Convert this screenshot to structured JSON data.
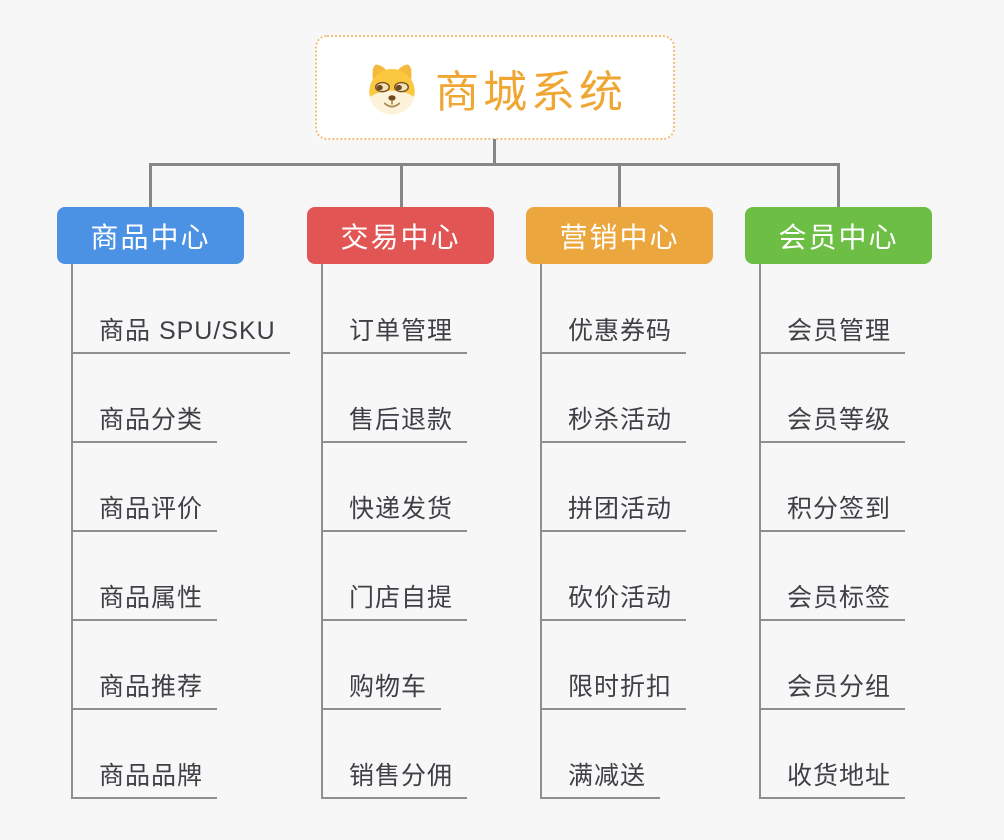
{
  "root": {
    "title": "商城系统",
    "icon": "shiba-dog-icon",
    "title_color": "#F0A633",
    "border_color": "#F2BE76",
    "background": "#FFFFFF"
  },
  "connector_color": "#878787",
  "leaf_text_color": "#3F3F46",
  "page_background": "#F7F7F7",
  "branches": [
    {
      "label": "商品中心",
      "color": "#4B92E5",
      "children": [
        "商品 SPU/SKU",
        "商品分类",
        "商品评价",
        "商品属性",
        "商品推荐",
        "商品品牌"
      ]
    },
    {
      "label": "交易中心",
      "color": "#E15654",
      "children": [
        "订单管理",
        "售后退款",
        "快递发货",
        "门店自提",
        "购物车",
        "销售分佣"
      ]
    },
    {
      "label": "营销中心",
      "color": "#EBA73D",
      "children": [
        "优惠券码",
        "秒杀活动",
        "拼团活动",
        "砍价活动",
        "限时折扣",
        "满减送"
      ]
    },
    {
      "label": "会员中心",
      "color": "#6CBE45",
      "children": [
        "会员管理",
        "会员等级",
        "积分签到",
        "会员标签",
        "会员分组",
        "收货地址"
      ]
    }
  ]
}
